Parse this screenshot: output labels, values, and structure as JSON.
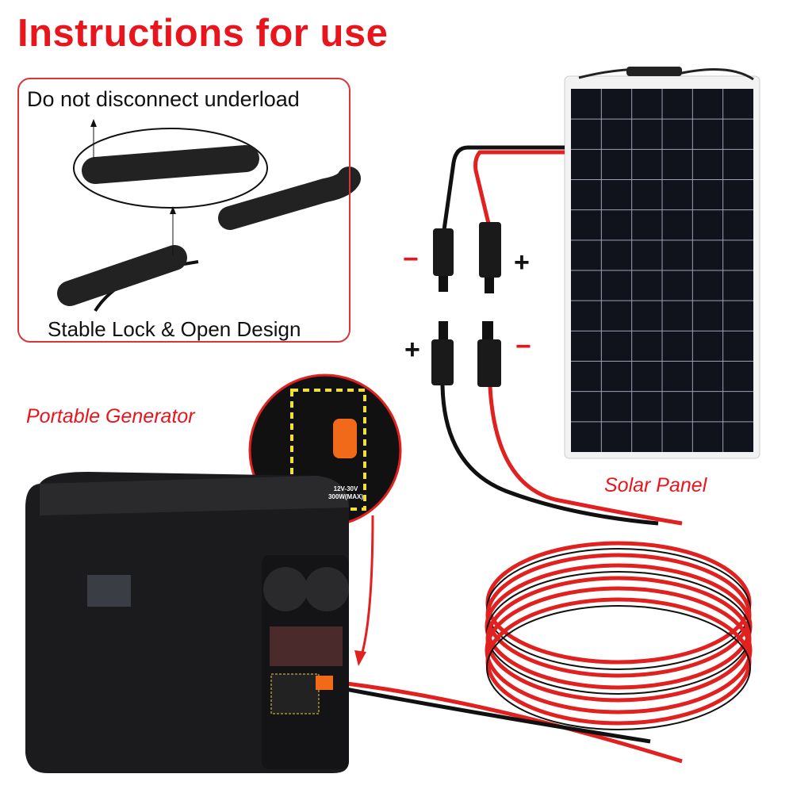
{
  "title": "Instructions for use",
  "connector_box": {
    "top_caption": "Do not disconnect underload",
    "bottom_caption": "Stable Lock & Open Design"
  },
  "labels": {
    "generator": "Portable Generator",
    "solar_panel": "Solar Panel"
  },
  "polarity": {
    "upper_left": "−",
    "upper_right": "+",
    "lower_left": "+",
    "lower_right": "−"
  },
  "port_spec": {
    "voltage": "12V-30V",
    "power": "300W(MAX)"
  },
  "colors": {
    "accent_red": "#e8161c",
    "cable_red": "#e0211f",
    "cable_black": "#111111",
    "port_orange": "#f06a1a"
  }
}
